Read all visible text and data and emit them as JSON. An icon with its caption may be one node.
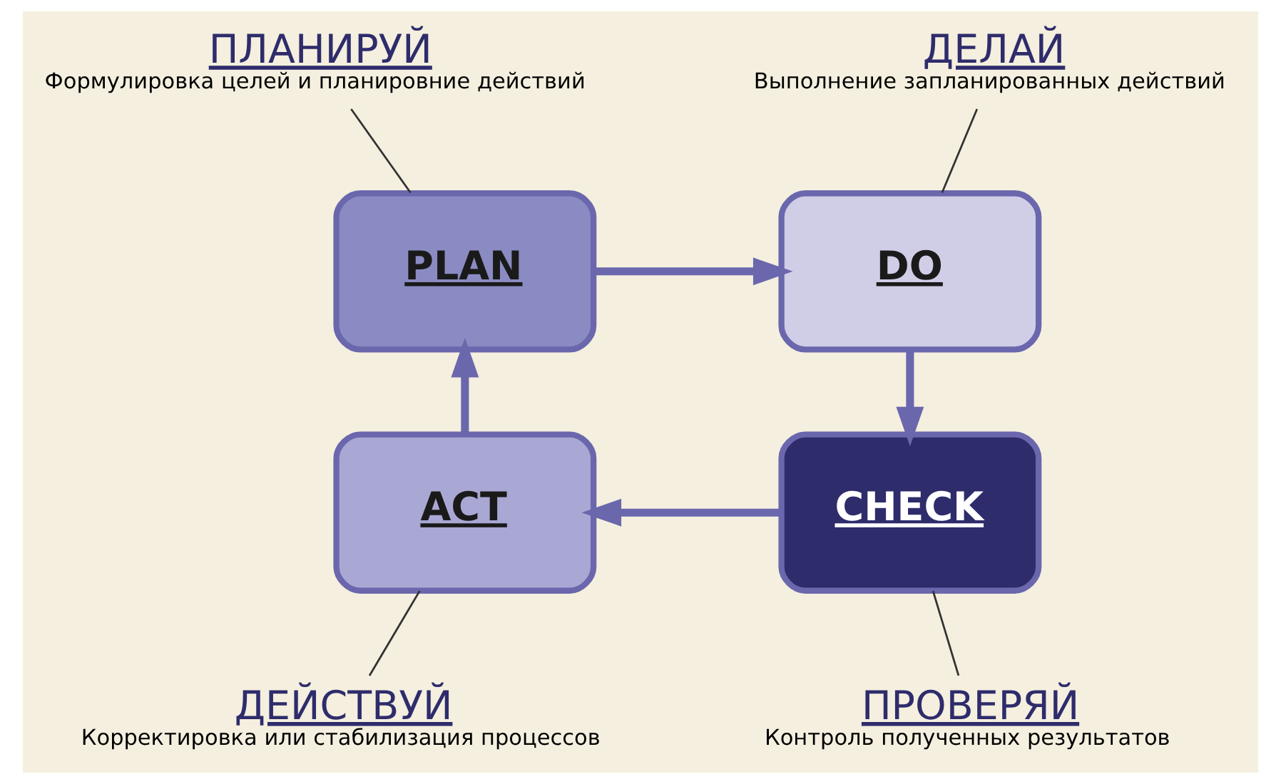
{
  "diagram": {
    "nodes": [
      {
        "text": [
          "ПЛАНИРУЙ",
          "Формулировка целей и планировние действий"
        ]
      },
      {
        "text": [
          "ДЕЛАЙ",
          "Выполнение запланированных действий"
        ]
      },
      {
        "text": [
          "PLAN"
        ]
      },
      {
        "text": [
          "DO"
        ]
      },
      {
        "text": [
          "ACT"
        ]
      },
      {
        "text": [
          "CHECK"
        ]
      },
      {
        "text": [
          "ДЕЙСТВУЙ",
          "Корректировка или стабилизация процессов"
        ]
      },
      {
        "text": [
          "ПРОВЕРЯЙ",
          "Контроль полученных результатов"
        ]
      }
    ],
    "edges": [
      {
        "from": 0,
        "to": 2,
        "arrow": "none"
      },
      {
        "from": 1,
        "to": 3,
        "arrow": "none"
      },
      {
        "from": 2,
        "to": 3,
        "arrow": "to",
        "style": "thick",
        "color": "#6a67ad"
      },
      {
        "from": 3,
        "to": 5,
        "arrow": "to",
        "style": "thick",
        "color": "#6a67ad"
      },
      {
        "from": 5,
        "to": 4,
        "arrow": "to",
        "style": "thick",
        "color": "#6a67ad"
      },
      {
        "from": 4,
        "to": 2,
        "arrow": "to",
        "style": "thick",
        "color": "#6a67ad"
      },
      {
        "from": 6,
        "to": 4,
        "arrow": "none"
      },
      {
        "from": 7,
        "to": 5,
        "arrow": "none"
      }
    ]
  }
}
